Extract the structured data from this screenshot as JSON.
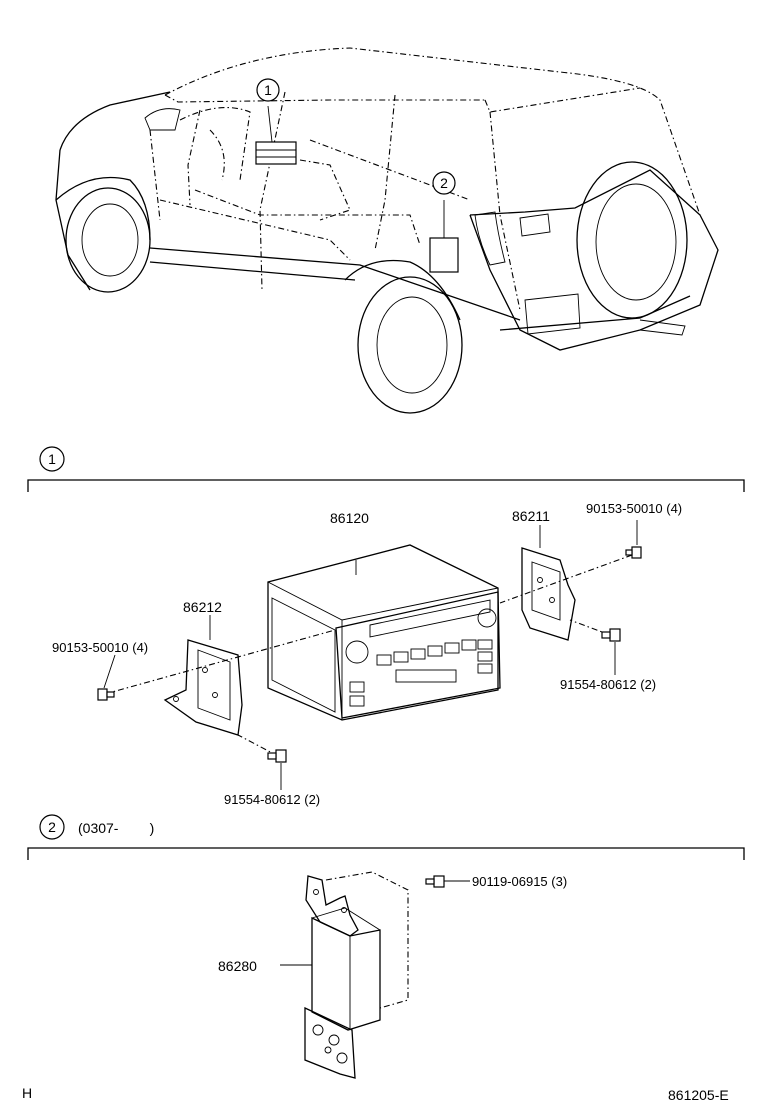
{
  "callouts": {
    "car_marker_1": "1",
    "car_marker_2": "2",
    "section1_marker": "1",
    "section2_marker": "2",
    "section2_range": "(0307-        )"
  },
  "section1": {
    "labels": {
      "head_unit": "86120",
      "bracket_right": "86211",
      "bracket_left": "86212",
      "screw_right_top": "90153-50010 (4)",
      "screw_left": "90153-50010 (4)",
      "screw_right_bottom": "91554-80612 (2)",
      "screw_left_bottom": "91554-80612 (2)"
    }
  },
  "section2": {
    "labels": {
      "amplifier": "86280",
      "bolt": "90119-06915 (3)"
    }
  },
  "footer": {
    "left_code": "H",
    "right_code": "861205-E"
  }
}
